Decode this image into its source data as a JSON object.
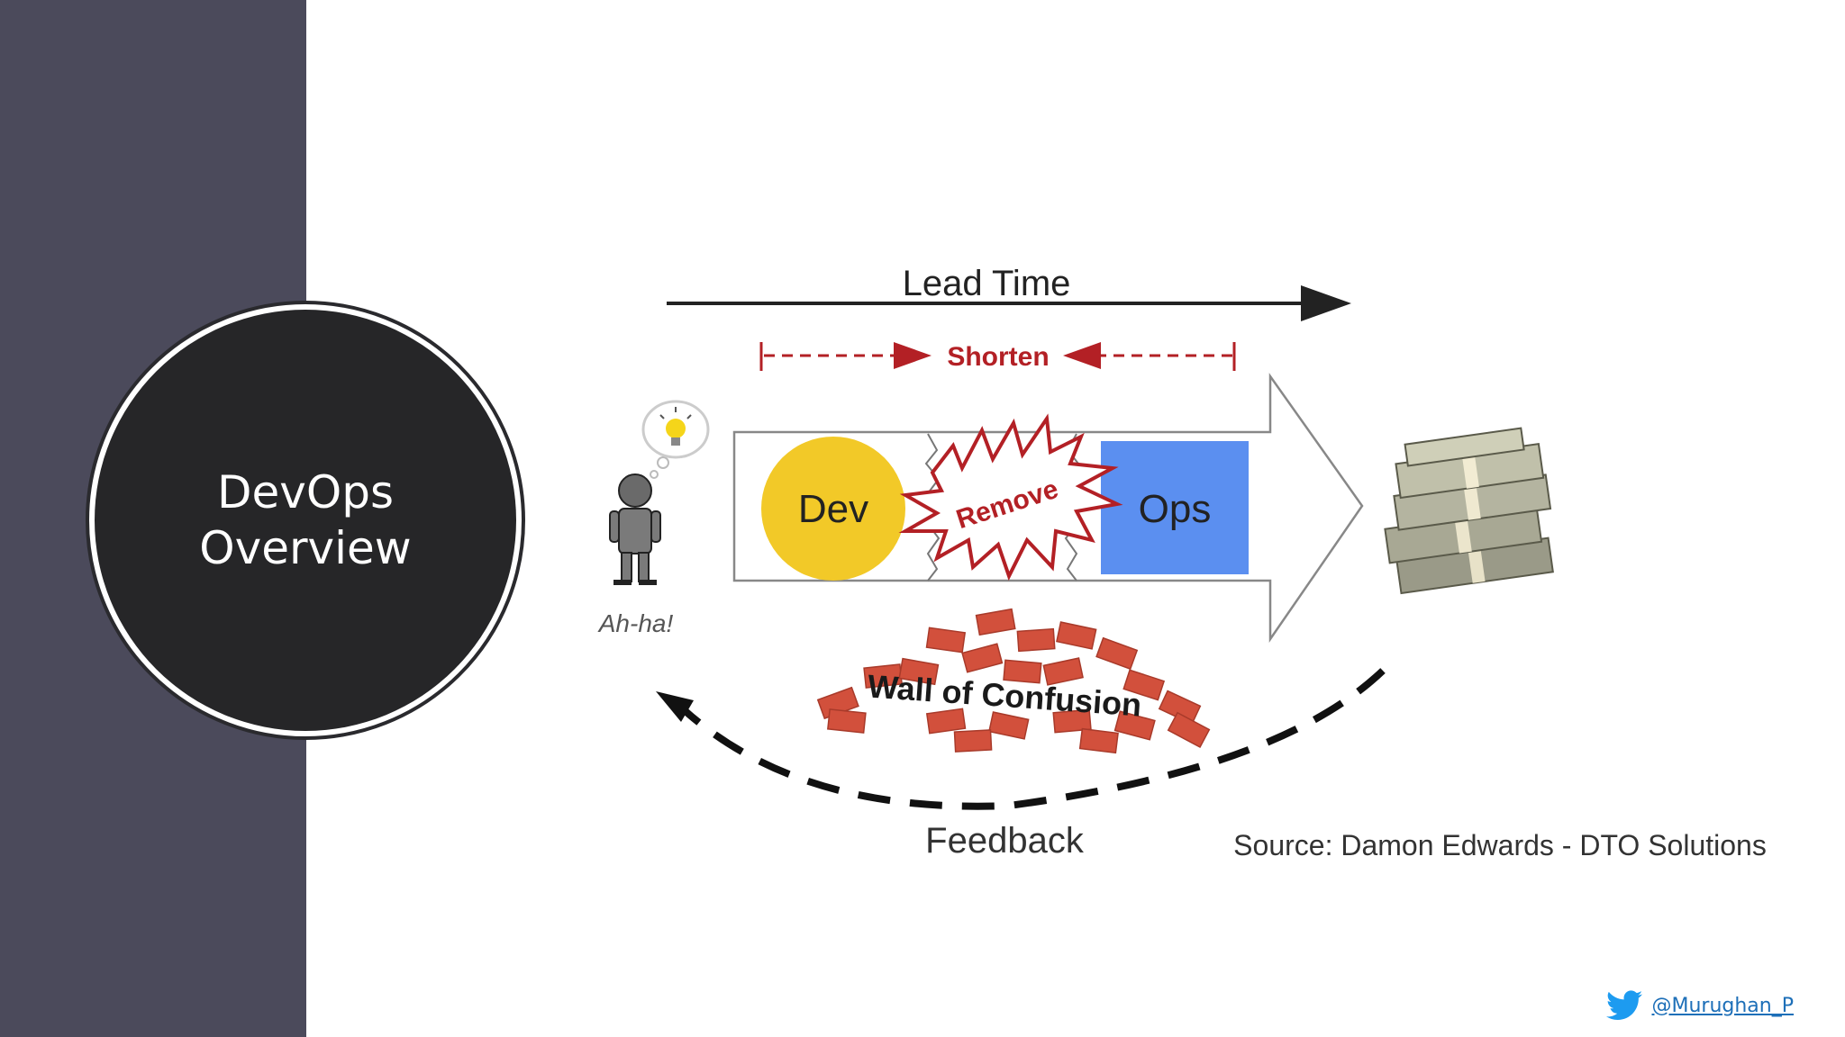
{
  "slide": {
    "title": "DevOps Overview",
    "handle": "@Murughan_P",
    "icon": "twitter-bird-icon"
  },
  "diagram": {
    "lead_time": "Lead Time",
    "shorten": "Shorten",
    "dev": "Dev",
    "ops": "Ops",
    "remove": "Remove",
    "ahha": "Ah-ha!",
    "wall": "Wall of Confusion",
    "feedback": "Feedback",
    "source": "Source: Damon Edwards - DTO Solutions"
  },
  "colors": {
    "sidebar": "#4b4a5b",
    "circle": "#262628",
    "dev": "#f2c928",
    "ops": "#5b8ff0",
    "accent_red": "#b32025",
    "brick": "#d2503c",
    "twitter": "#1d9bf0"
  }
}
